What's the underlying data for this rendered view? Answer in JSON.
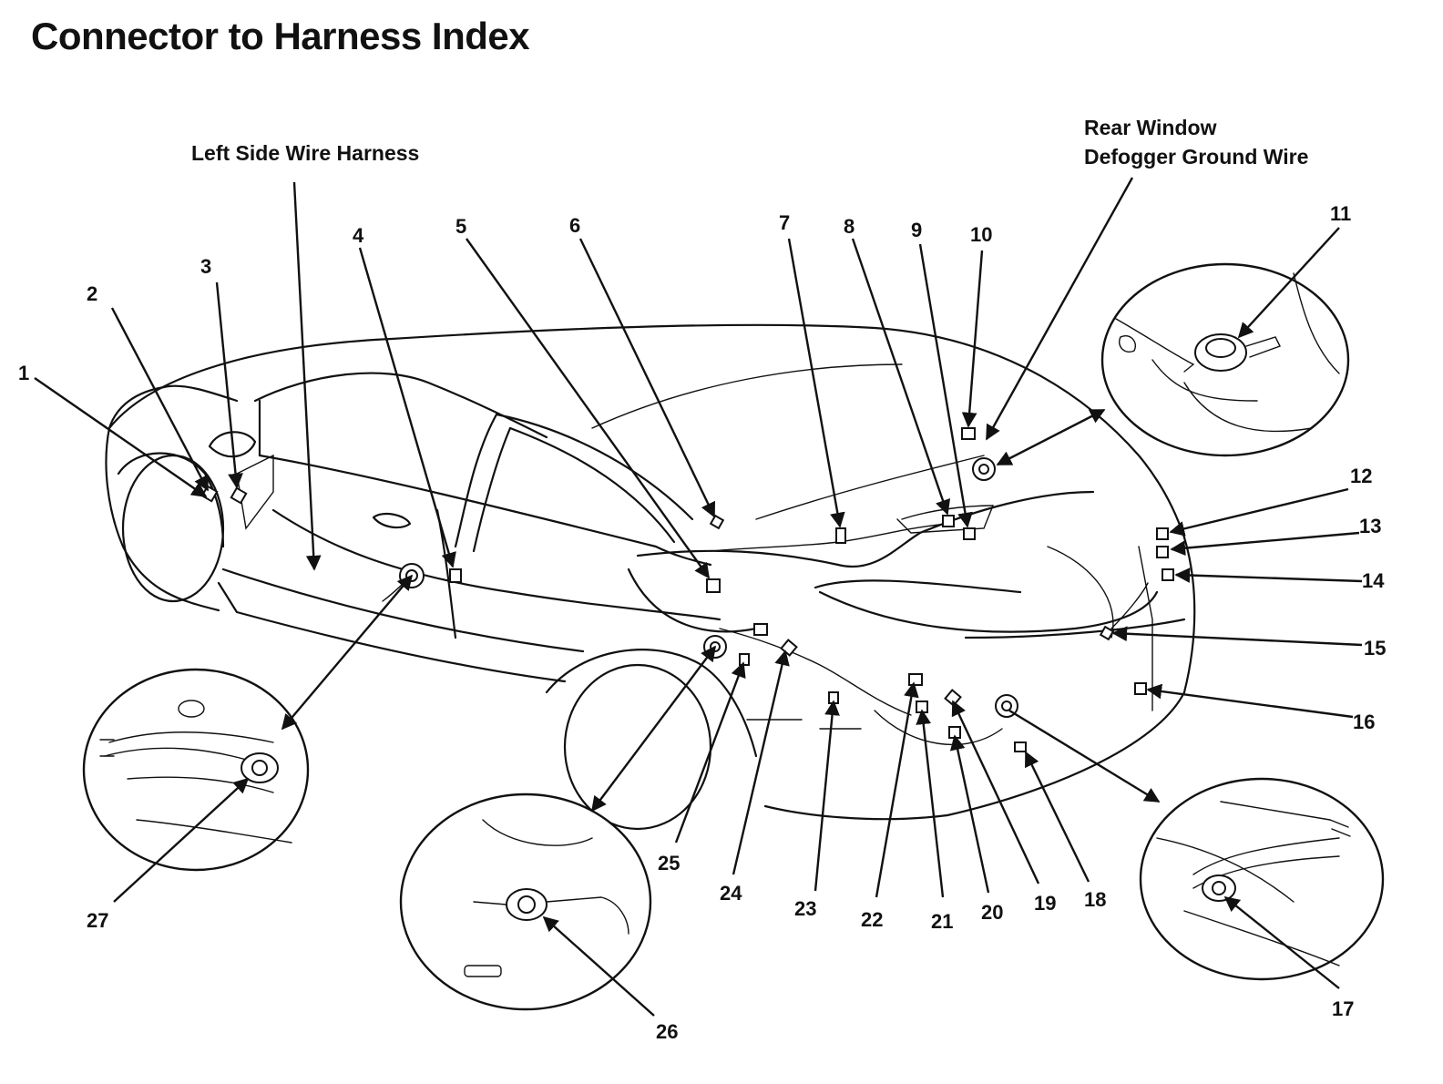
{
  "title": "Connector to Harness Index",
  "labels": {
    "left_side_harness": "Left Side Wire Harness",
    "rear_window_line1": "Rear Window",
    "rear_window_line2": "Defogger Ground Wire"
  },
  "callouts": [
    "1",
    "2",
    "3",
    "4",
    "5",
    "6",
    "7",
    "8",
    "9",
    "10",
    "11",
    "12",
    "13",
    "14",
    "15",
    "16",
    "17",
    "18",
    "19",
    "20",
    "21",
    "22",
    "23",
    "24",
    "25",
    "26",
    "27"
  ]
}
